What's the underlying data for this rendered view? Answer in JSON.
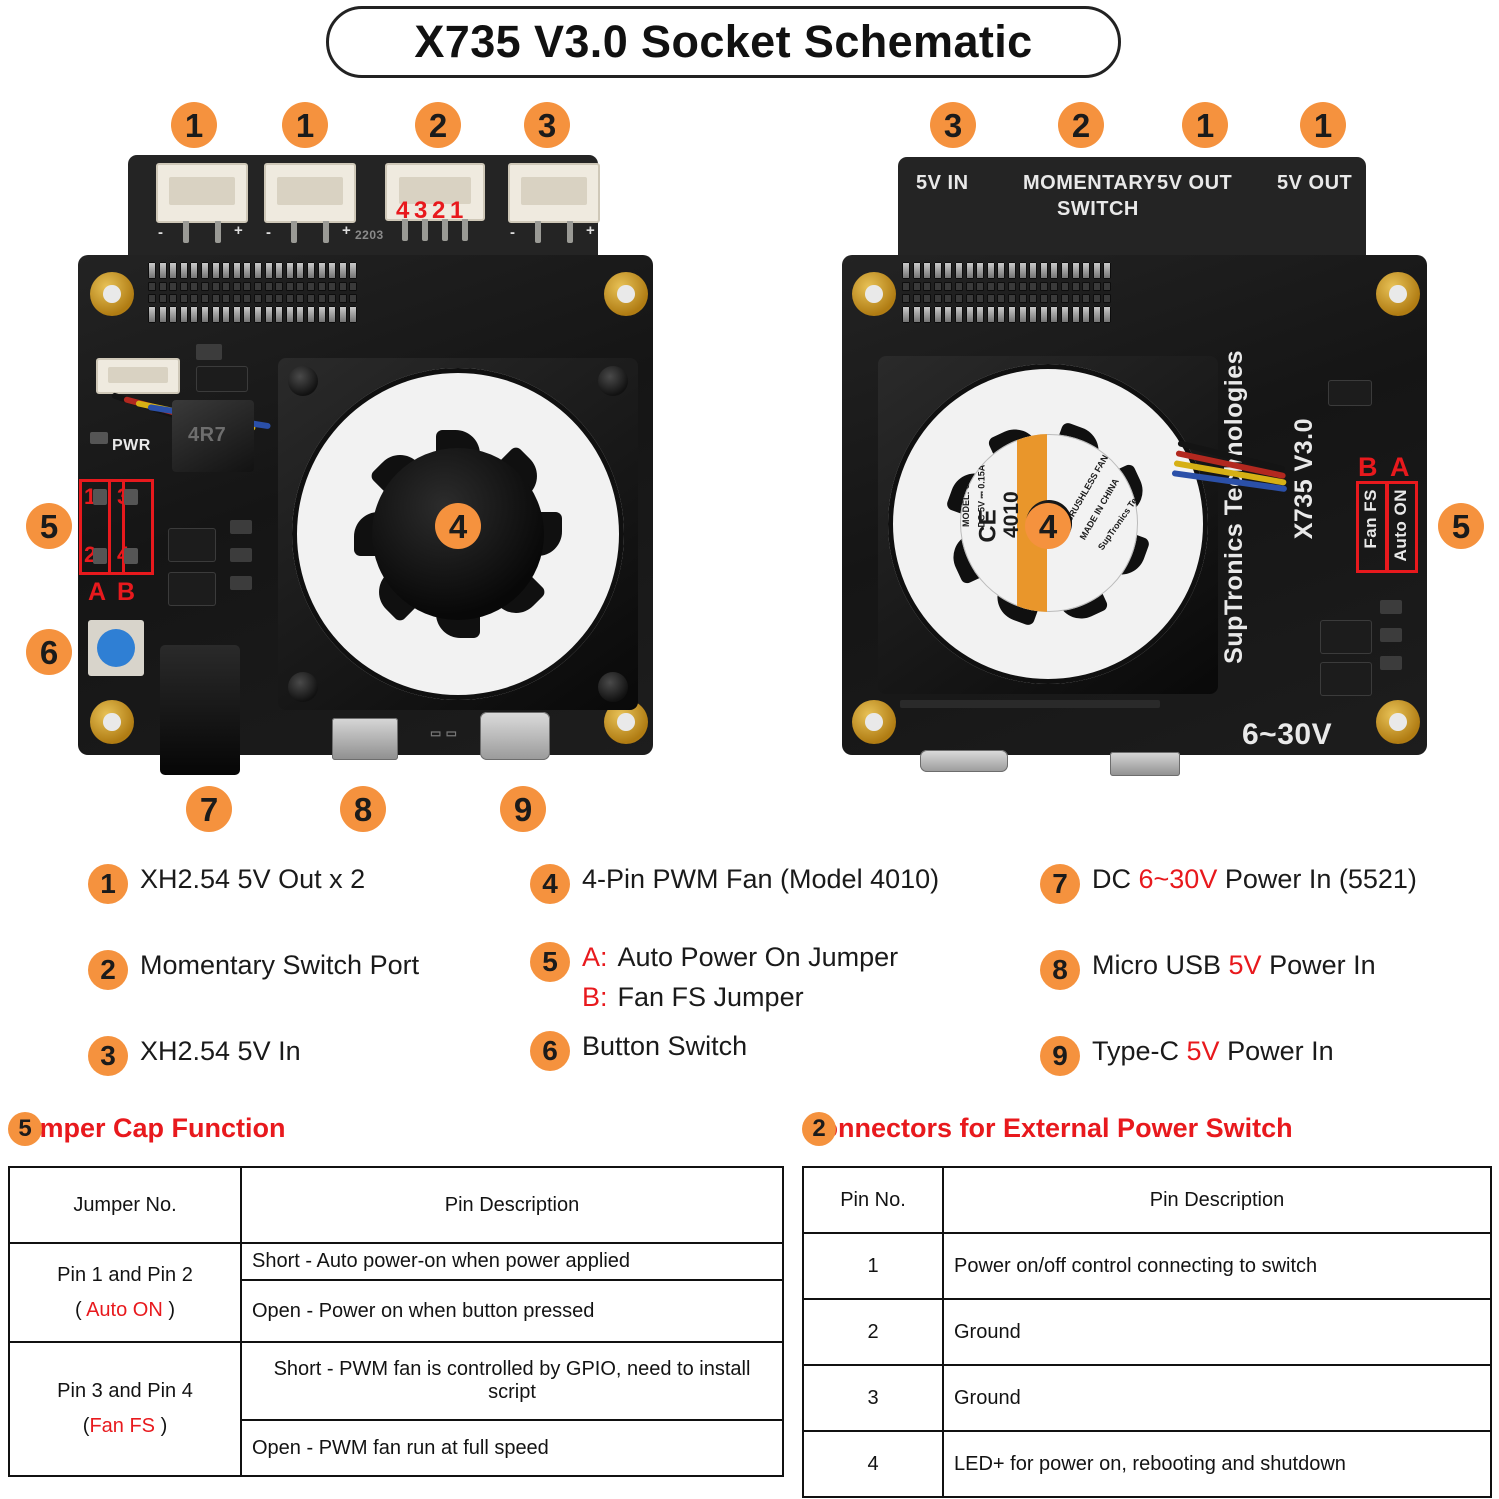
{
  "title": "X735 V3.0 Socket Schematic",
  "colors": {
    "badge": "#f5923e",
    "accent_red": "#e8191d",
    "pcb": "#191919"
  },
  "front_board": {
    "callouts": [
      "1",
      "1",
      "2",
      "3",
      "4",
      "5",
      "6",
      "7",
      "8",
      "9"
    ],
    "silk": {
      "pwr": "PWR",
      "date_code": "2203",
      "inductor": "4R7"
    },
    "connector_pin_numbers": "4 3 2 1",
    "polarity_minus": "-",
    "polarity_plus": "+",
    "jumper_pins": {
      "p1": "1",
      "p2": "2",
      "p3": "3",
      "p4": "4",
      "a": "A",
      "b": "B"
    }
  },
  "back_board": {
    "callouts": [
      "3",
      "2",
      "1",
      "1",
      "4",
      "5"
    ],
    "silk_labels": [
      "5V IN",
      "MOMENTARY",
      "SWITCH",
      "5V OUT",
      "5V OUT"
    ],
    "brand": "SupTronics Technologies",
    "model": "X735 V3.0",
    "voltage_range": "6~30V",
    "jumper_labels": {
      "a": "A",
      "b": "B",
      "fan_fs": "Fan FS",
      "auto_on": "Auto ON"
    },
    "fan_label": {
      "model": "MODEL: STF4010C05",
      "rating": "DC 5V ⎓ 0.15A",
      "type": "DC BRUSHLESS FAN",
      "origin": "MADE IN CHINA",
      "brand": "SupTronics Technologies",
      "cert": "CE",
      "size": "4010"
    }
  },
  "legend": {
    "col1": [
      {
        "num": "1",
        "text": "XH2.54 5V Out x 2"
      },
      {
        "num": "2",
        "text": "Momentary Switch Port"
      },
      {
        "num": "3",
        "text": "XH2.54 5V In"
      }
    ],
    "col2": [
      {
        "num": "4",
        "text": "4-Pin PWM Fan (Model 4010)"
      },
      {
        "num": "5",
        "a_key": "A:",
        "a_text": "Auto Power On Jumper",
        "b_key": "B:",
        "b_text": "Fan FS Jumper"
      },
      {
        "num": "6",
        "text": "Button Switch"
      }
    ],
    "col3": [
      {
        "num": "7",
        "pre": "DC ",
        "hl": "6~30V",
        "post": " Power In (5521)"
      },
      {
        "num": "8",
        "pre": "Micro USB ",
        "hl": "5V",
        "post": " Power In"
      },
      {
        "num": "9",
        "pre": "Type-C  ",
        "hl": "5V",
        "post": " Power In"
      }
    ]
  },
  "table_left": {
    "badge": "5",
    "title": "Jumper Cap Function",
    "headers": [
      "Jumper No.",
      "Pin Description"
    ],
    "groups": [
      {
        "name_line1": "Pin 1 and Pin 2",
        "name_line2_pre": "( ",
        "name_line2_hl": "Auto ON",
        "name_line2_post": " )",
        "rows": [
          "Short - Auto power-on when power applied",
          "Open - Power on when button pressed"
        ]
      },
      {
        "name_line1": "Pin 3 and Pin 4",
        "name_line2_pre": "(",
        "name_line2_hl": "Fan FS",
        "name_line2_post": " )",
        "rows": [
          "Short - PWM fan is controlled by GPIO, need to install script",
          "Open - PWM fan run at full speed"
        ]
      }
    ]
  },
  "table_right": {
    "badge": "2",
    "title": "Connectors for External Power Switch",
    "headers": [
      "Pin No.",
      "Pin Description"
    ],
    "rows": [
      {
        "pin": "1",
        "desc": "Power on/off control connecting to switch"
      },
      {
        "pin": "2",
        "desc": "Ground"
      },
      {
        "pin": "3",
        "desc": "Ground"
      },
      {
        "pin": "4",
        "desc": "LED+ for power on, rebooting and shutdown"
      }
    ]
  }
}
